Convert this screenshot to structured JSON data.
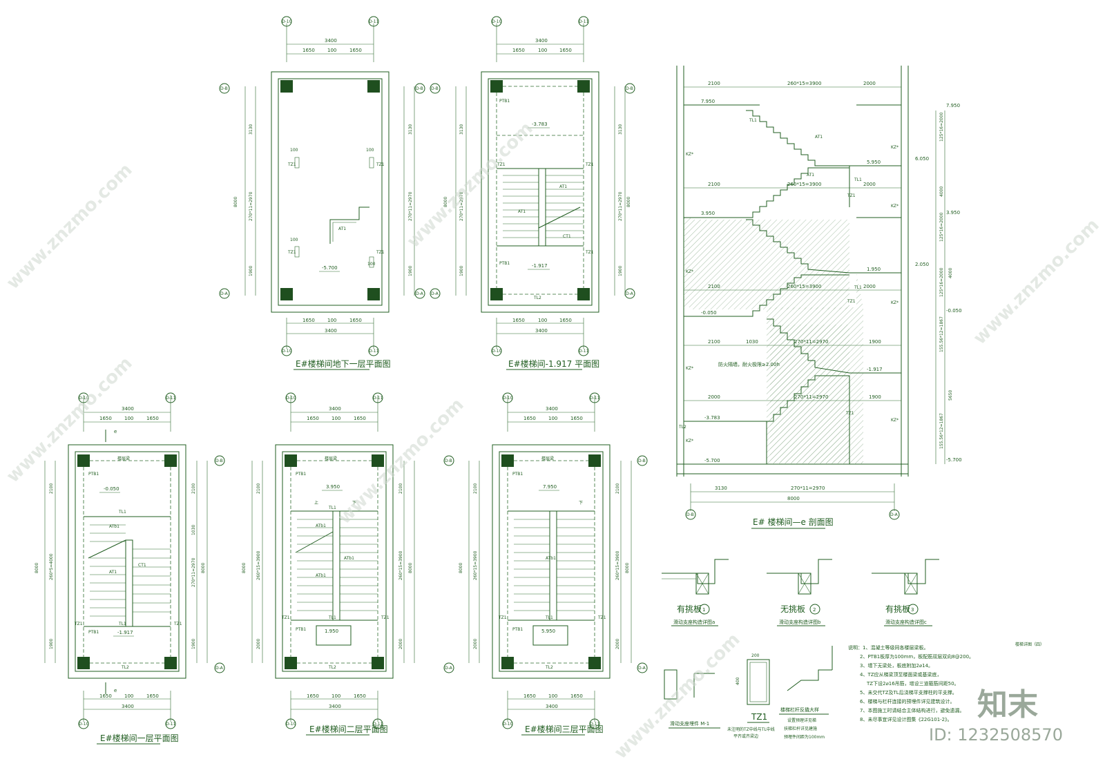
{
  "titles": {
    "basement_plan": "E#楼梯间地下一层平面图",
    "mezz_plan": "E#楼梯间-1.917 平面图",
    "first_plan": "E#楼梯间一层平面图",
    "second_plan": "E#楼梯间二层平面图",
    "third_plan": "E#楼梯间三层平面图",
    "section": "E# 楼梯间—e 剖面图"
  },
  "grid": {
    "g10": "D-10",
    "g11": "D-11",
    "gB": "D-B",
    "gA": "D-A"
  },
  "dims": {
    "total_w": "3400",
    "left": "1650",
    "mid": "100",
    "right": "1650",
    "total_h": "8000",
    "top": "3130",
    "flight": "270*11=2970",
    "bottom": "1900",
    "top2": "2100",
    "flight2": "260*15=3900",
    "flight3": "260*5=4000",
    "d100": "100",
    "d2000": "2000",
    "d1030": "1030",
    "flight4": "270*11=2970"
  },
  "section": {
    "dims_top": [
      "2100",
      "260*15=3900",
      "2000"
    ],
    "dims_bottom": [
      "3130",
      "270*11=2970",
      "8000"
    ],
    "elevations": [
      "7.950",
      "6.050",
      "3.950",
      "2.050",
      "-0.050",
      "-1.917",
      "-3.783",
      "-5.700",
      "5.950",
      "1.950"
    ],
    "side_dims": [
      "125*16=2000",
      "4000",
      "125*16=2000",
      "125*16=2000",
      "4000",
      "155.56*12=1867",
      "5650",
      "155.56*12=1867"
    ],
    "note": "防火隔墙，耐火极限≥2.00h"
  },
  "elev": {
    "basement": "-5.700",
    "mezz1": "-3.783",
    "mezz2": "-1.917",
    "first": "-0.050",
    "first_land": "-1.917",
    "second": "3.950",
    "second_land": "1.950",
    "third": "7.950",
    "third_land": "5.950"
  },
  "labels": {
    "at1": "AT1",
    "atb1": "ATb1",
    "ptb1": "PTB1",
    "tz1": "TZ1",
    "tl1": "TL1",
    "tl2": "TL2",
    "ct1": "CT1",
    "kz": "KZ*",
    "e": "e",
    "up": "上",
    "down": "下",
    "floor_beam": "楼层梁"
  },
  "details": {
    "d1": "有挑板",
    "d2": "无挑板",
    "d3": "有挑板",
    "n1": "1",
    "n2": "2",
    "n3": "3",
    "c1": "滑动支座构造详图a",
    "c2": "滑动支座构造详图b",
    "c3": "滑动支座构造详图c",
    "m1": "滑动支座埋件 M-1",
    "tz1": "TZ1",
    "tz1_note1": "未注明的TZ中线与TL中线",
    "tz1_note2": "平齐或齐梁边",
    "rail": "楼梯栏杆反撬大样",
    "rail_note1": "设置预理详见梯",
    "rail_note2": "扶梯栏杆详见建施",
    "rail_note3": "预埋件间距为100mm",
    "stair_detail": "楼梯详图（四）",
    "dim200": "200",
    "dim400": "400"
  },
  "notes": [
    "说明：1、混凝土等级同各楼层梁板。",
    "2、PTB1板厚为100mm，板配筋双层双向8@200。",
    "3、墙下无梁处，板底附加2⌀14。",
    "4、TZ应从梯梁顶至楼面梁或基梁底，",
    "TZ下设2⌀16吊筋，增设三道箍筋间距50。",
    "5、未交代TZ及TL后浇梯平支撑柱的平支撑。",
    "6、楼梯与栏杆连接的预埋件详见建筑设计。",
    "7、本图施工时请结合主体结构进行，避免遗漏。",
    "8、未尽事宜详见设计图集《22G101-2》。"
  ],
  "brand": {
    "logo": "知末",
    "id": "ID: 1232508570"
  },
  "watermark": "www.znzmo.com",
  "colors": {
    "line": "#1f5c1f",
    "column": "#1f4f1f",
    "hatch": "#7fa37f"
  }
}
